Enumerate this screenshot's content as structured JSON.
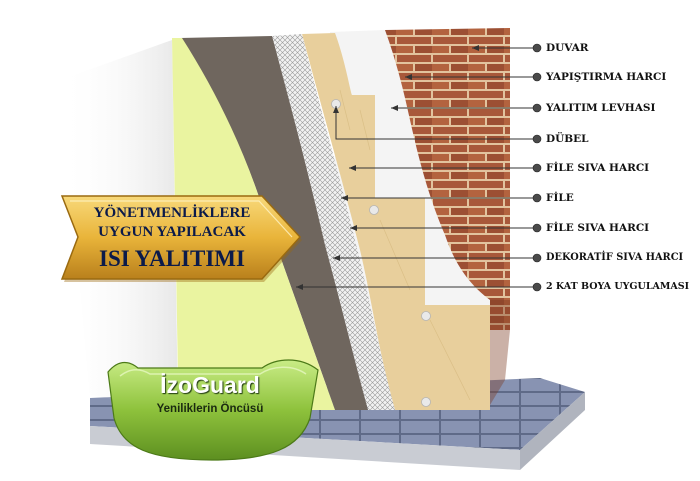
{
  "banner": {
    "line1": "YÖNETMENLİKLERE",
    "line2": "UYGUN YAPILACAK",
    "line3": "ISI YALITIMI"
  },
  "logo": {
    "title": "İzoGuard",
    "subtitle": "Yeniliklerin Öncüsü"
  },
  "layers": [
    {
      "label": "DUVAR"
    },
    {
      "label": "YAPIŞTIRMA HARCI"
    },
    {
      "label": "YALITIM LEVHASI"
    },
    {
      "label": "DÜBEL"
    },
    {
      "label": "FİLE SIVA HARCI"
    },
    {
      "label": "FİLE"
    },
    {
      "label": "FİLE SIVA HARCI"
    },
    {
      "label": "DEKORATİF SIVA HARCI"
    },
    {
      "label": "2 KAT BOYA UYGULAMASI"
    }
  ],
  "colors": {
    "brick": "#a8583a",
    "mortar": "#e8c9a6",
    "insulation_white": "#f4f4f4",
    "insulation_board": "#e8cf9c",
    "mesh": "#e2e2e2",
    "plaster_grey": "#6f665e",
    "paint_yellow": "#eaf4a0",
    "floor_tile": "#7e8aa8",
    "banner_gold": "#e9b43a",
    "banner_text": "#0b1a4a",
    "logo_green": "#8ec23c"
  }
}
